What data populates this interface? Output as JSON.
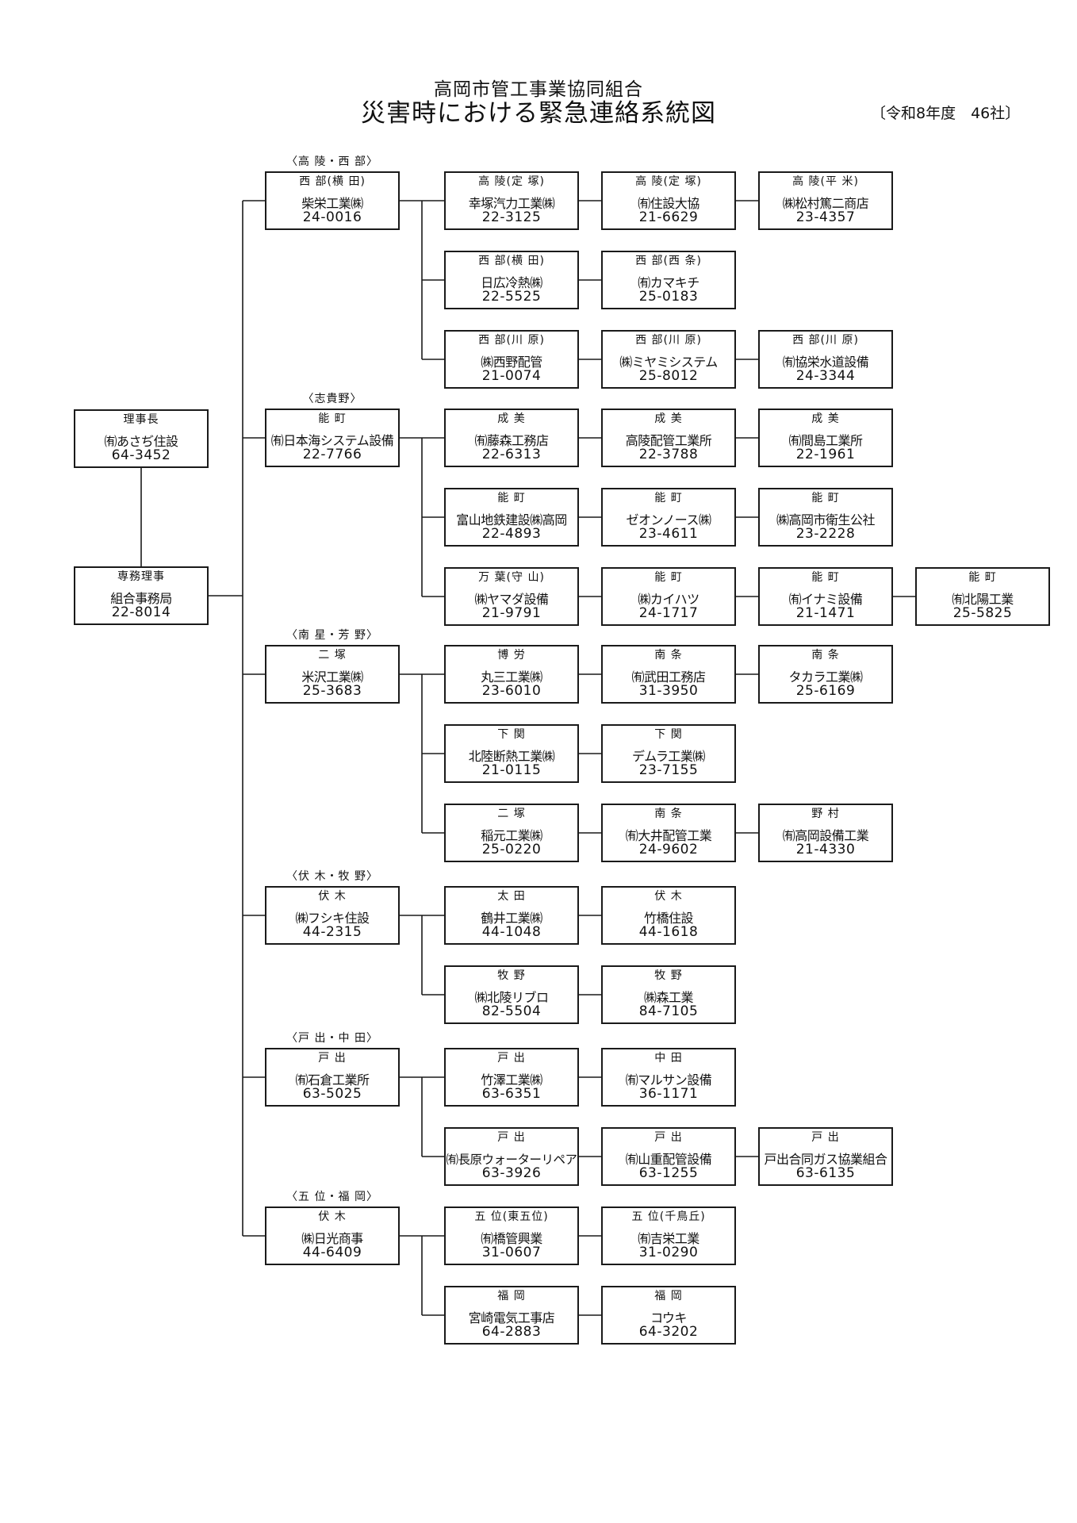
{
  "header": {
    "org": "高岡市管工事業協同組合",
    "title": "災害時における緊急連絡系統図",
    "year_note": "〔令和8年度　46社〕"
  },
  "chairman": {
    "area": "理事長",
    "name": "㈲あさぢ住設",
    "tel": "64-3452"
  },
  "office": {
    "area": "専務理事",
    "name": "組合事務局",
    "tel": "22-8014"
  },
  "groups": [
    {
      "label": "〈高 陵・西 部〉",
      "leader": {
        "area": "西 部(横 田)",
        "name": "柴栄工業㈱",
        "tel": "24-0016"
      },
      "rows": [
        [
          {
            "area": "高 陵(定 塚)",
            "name": "幸塚汽力工業㈱",
            "tel": "22-3125"
          },
          {
            "area": "高 陵(定 塚)",
            "name": "㈲住設大協",
            "tel": "21-6629"
          },
          {
            "area": "高 陵(平 米)",
            "name": "㈱松村篤二商店",
            "tel": "23-4357"
          }
        ],
        [
          {
            "area": "西 部(横 田)",
            "name": "日広冷熱㈱",
            "tel": "22-5525"
          },
          {
            "area": "西 部(西 条)",
            "name": "㈲カマキチ",
            "tel": "25-0183"
          }
        ],
        [
          {
            "area": "西 部(川 原)",
            "name": "㈱西野配管",
            "tel": "21-0074"
          },
          {
            "area": "西 部(川 原)",
            "name": "㈱ミヤミシステム",
            "tel": "25-8012"
          },
          {
            "area": "西 部(川 原)",
            "name": "㈲協栄水道設備",
            "tel": "24-3344"
          }
        ]
      ]
    },
    {
      "label": "〈志貴野〉",
      "leader": {
        "area": "能 町",
        "name": "㈲日本海システム設備",
        "tel": "22-7766"
      },
      "rows": [
        [
          {
            "area": "成 美",
            "name": "㈲藤森工務店",
            "tel": "22-6313"
          },
          {
            "area": "成 美",
            "name": "高陵配管工業所",
            "tel": "22-3788"
          },
          {
            "area": "成 美",
            "name": "㈲間島工業所",
            "tel": "22-1961"
          }
        ],
        [
          {
            "area": "能 町",
            "name": "富山地鉄建設㈱高岡",
            "tel": "22-4893"
          },
          {
            "area": "能 町",
            "name": "ゼオンノース㈱",
            "tel": "23-4611"
          },
          {
            "area": "能 町",
            "name": "㈱高岡市衛生公社",
            "tel": "23-2228"
          }
        ],
        [
          {
            "area": "万 葉(守 山)",
            "name": "㈱ヤマダ設備",
            "tel": "21-9791"
          },
          {
            "area": "能 町",
            "name": "㈱カイハツ",
            "tel": "24-1717"
          },
          {
            "area": "能 町",
            "name": "㈲イナミ設備",
            "tel": "21-1471"
          },
          {
            "area": "能 町",
            "name": "㈲北陽工業",
            "tel": "25-5825"
          }
        ]
      ]
    },
    {
      "label": "〈南 星・芳 野〉",
      "leader": {
        "area": "二 塚",
        "name": "米沢工業㈱",
        "tel": "25-3683"
      },
      "rows": [
        [
          {
            "area": "博 労",
            "name": "丸三工業㈱",
            "tel": "23-6010"
          },
          {
            "area": "南 条",
            "name": "㈲武田工務店",
            "tel": "31-3950"
          },
          {
            "area": "南 条",
            "name": "タカラ工業㈱",
            "tel": "25-6169"
          }
        ],
        [
          {
            "area": "下 関",
            "name": "北陸断熱工業㈱",
            "tel": "21-0115"
          },
          {
            "area": "下 関",
            "name": "デムラ工業㈱",
            "tel": "23-7155"
          }
        ],
        [
          {
            "area": "二 塚",
            "name": "稲元工業㈱",
            "tel": "25-0220"
          },
          {
            "area": "南 条",
            "name": "㈲大井配管工業",
            "tel": "24-9602"
          },
          {
            "area": "野 村",
            "name": "㈲高岡設備工業",
            "tel": "21-4330"
          }
        ]
      ]
    },
    {
      "label": "〈伏 木・牧 野〉",
      "leader": {
        "area": "伏 木",
        "name": "㈱フシキ住設",
        "tel": "44-2315"
      },
      "rows": [
        [
          {
            "area": "太 田",
            "name": "鶴井工業㈱",
            "tel": "44-1048"
          },
          {
            "area": "伏 木",
            "name": "竹橋住設",
            "tel": "44-1618"
          }
        ],
        [
          {
            "area": "牧 野",
            "name": "㈱北陵リブロ",
            "tel": "82-5504"
          },
          {
            "area": "牧 野",
            "name": "㈱森工業",
            "tel": "84-7105"
          }
        ]
      ]
    },
    {
      "label": "〈戸 出・中 田〉",
      "leader": {
        "area": "戸 出",
        "name": "㈲石倉工業所",
        "tel": "63-5025"
      },
      "rows": [
        [
          {
            "area": "戸 出",
            "name": "竹澤工業㈱",
            "tel": "63-6351"
          },
          {
            "area": "中 田",
            "name": "㈲マルサン設備",
            "tel": "36-1171"
          }
        ],
        [
          {
            "area": "戸 出",
            "name": "㈲長原ウォーターリペア",
            "tel": "63-3926"
          },
          {
            "area": "戸 出",
            "name": "㈲山重配管設備",
            "tel": "63-1255"
          },
          {
            "area": "戸 出",
            "name": "戸出合同ガス協業組合",
            "tel": "63-6135"
          }
        ]
      ]
    },
    {
      "label": "〈五 位・福 岡〉",
      "leader": {
        "area": "伏 木",
        "name": "㈱日光商事",
        "tel": "44-6409"
      },
      "rows": [
        [
          {
            "area": "五 位(東五位)",
            "name": "㈲橋管興業",
            "tel": "31-0607"
          },
          {
            "area": "五 位(千鳥丘)",
            "name": "㈲吉栄工業",
            "tel": "31-0290"
          }
        ],
        [
          {
            "area": "福 岡",
            "name": "宮崎電気工事店",
            "tel": "64-2883"
          },
          {
            "area": "福 岡",
            "name": "コウキ",
            "tel": "64-3202"
          }
        ]
      ]
    }
  ]
}
